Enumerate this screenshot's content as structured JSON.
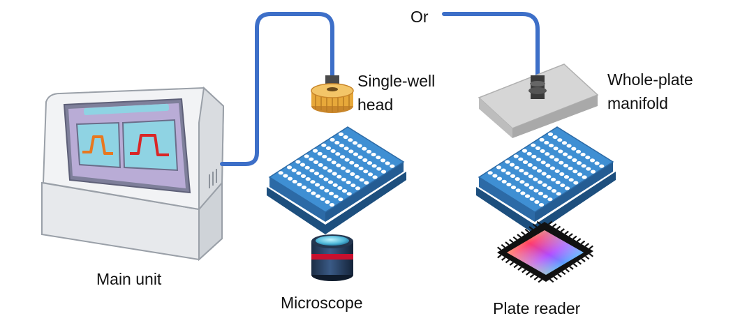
{
  "labels": {
    "main_unit": "Main unit",
    "single_well_line1": "Single-well",
    "single_well_line2": "head",
    "or": "Or",
    "whole_plate_line1": "Whole-plate",
    "whole_plate_line2": "manifold",
    "microscope": "Microscope",
    "plate_reader": "Plate reader"
  },
  "colors": {
    "tube": "#3d6fc8",
    "plate_top": "#3f8fd3",
    "plate_side": "#2c6aa6",
    "plate_base": "#1d4f7e",
    "wells": "#ffffff",
    "head_gold": "#e7a83a",
    "manifold_top": "#d6d6d6",
    "manifold_side": "#a9a9a9",
    "screen_purple": "#b9acd6",
    "screen_cyan": "#8fd3e3",
    "signal_orange": "#e8781f",
    "signal_red": "#d92626"
  },
  "icons": {
    "main_unit": "instrument-icon",
    "head": "single-well-head-icon",
    "manifold": "manifold-icon",
    "plate": "well-plate-icon",
    "microscope": "microscope-objective-icon",
    "reader": "plate-reader-chip-icon"
  }
}
